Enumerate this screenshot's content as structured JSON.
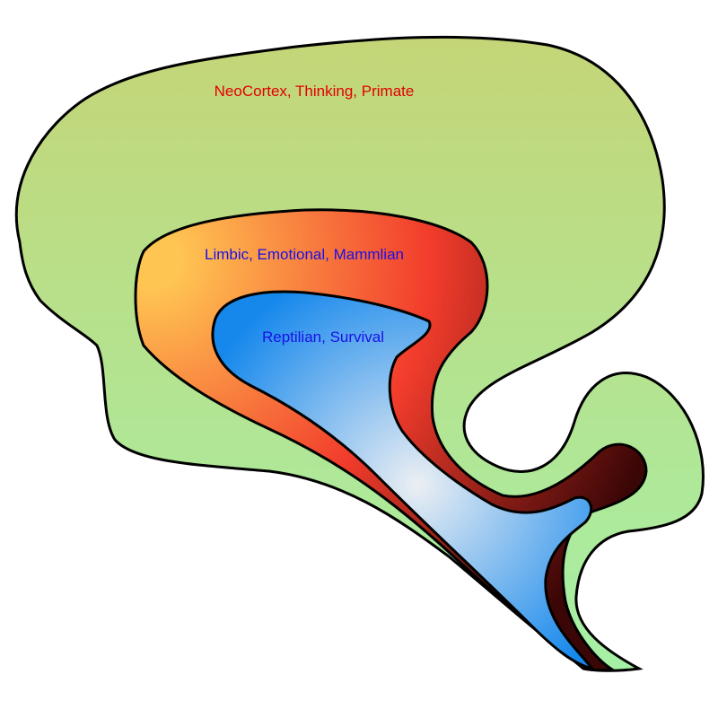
{
  "layers": [
    {
      "id": "neocortex",
      "label": "NeoCortex, Thinking, Primate",
      "label_color": "#e00000",
      "fill_top": "#c4d577",
      "fill_bottom": "#a6f0a6"
    },
    {
      "id": "limbic",
      "label": "Limbic, Emotional, Mammlian",
      "label_color": "#1a10e8",
      "fill_inner": "#ffc552",
      "fill_mid": "#f23c2c",
      "fill_outer": "#3a0606"
    },
    {
      "id": "reptilian",
      "label": "Reptilian, Survival",
      "label_color": "#1a10e8",
      "fill_inner": "#eceff3",
      "fill_outer": "#1688ec"
    }
  ]
}
